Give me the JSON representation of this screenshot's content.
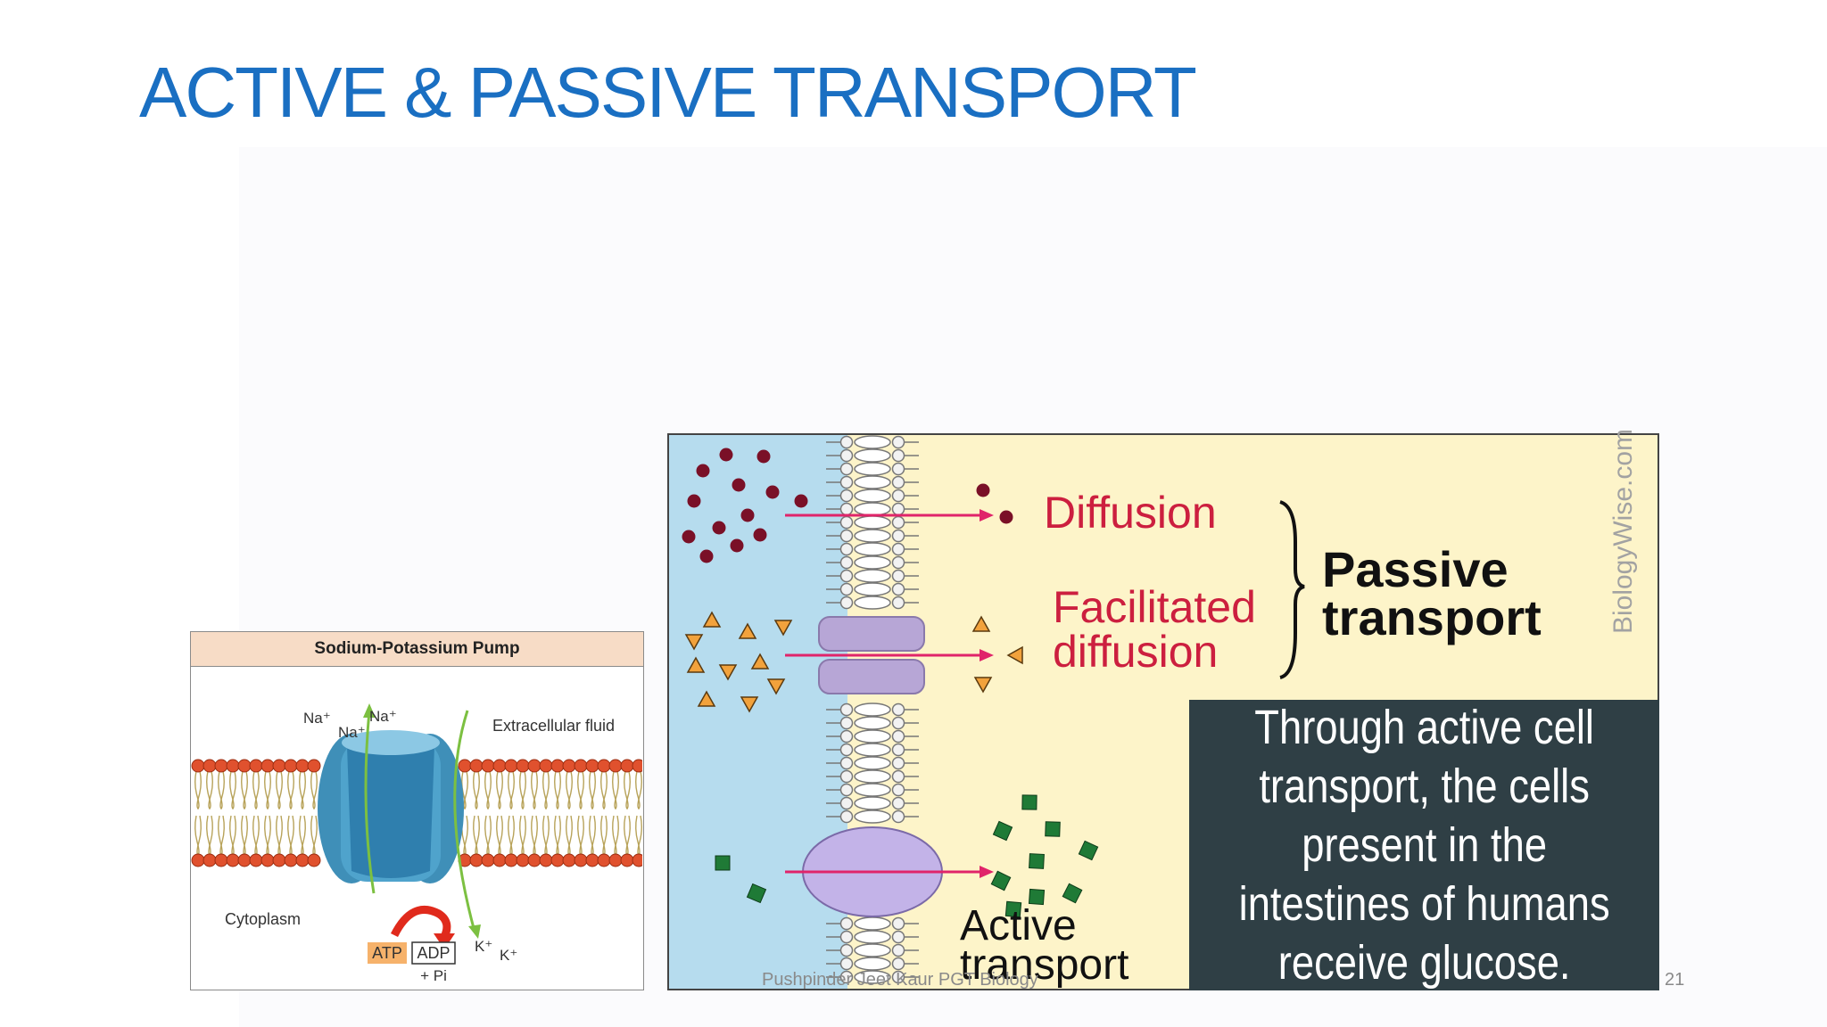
{
  "slide": {
    "title": "ACTIVE & PASSIVE TRANSPORT",
    "footer": "Pushpinder Jeet Kaur PGT Biology",
    "page_number": "21"
  },
  "pump_diagram": {
    "title": "Sodium-Potassium Pump",
    "na_ions": [
      "Na⁺",
      "Na⁺",
      "Na⁺"
    ],
    "k_ions": [
      "K⁺",
      "K⁺"
    ],
    "extracellular_label": "Extracellular fluid",
    "cytoplasm_label": "Cytoplasm",
    "atp_label": "ATP",
    "adp_label": "ADP",
    "pi_label": "+ Pi",
    "colors": {
      "header": "#f7dcc6",
      "lipid_head": "#e0512e",
      "protein": "#4fa3cc",
      "arrow": "#7cc041",
      "atp_arrow": "#e02a1c",
      "atp_box": "#f6b26b"
    }
  },
  "transport_diagram": {
    "diffusion_label": "Diffusion",
    "facilitated_label_1": "Facilitated",
    "facilitated_label_2": "diffusion",
    "passive_label_1": "Passive",
    "passive_label_2": "transport",
    "active_label_1": "Active",
    "active_label_2": "transport",
    "watermark": "BiologyWise.com",
    "info_lines": [
      "Through active cell",
      "transport, the cells",
      "present in the",
      "intestines of humans",
      "receive glucose."
    ],
    "colors": {
      "left_region": "#b6dcee",
      "right_region": "#fdf4c9",
      "label_red": "#cc1f3f",
      "arrow_pink": "#e0246a",
      "dot": "#7a1027",
      "triangle": "#f2a23c",
      "square": "#1f7a36",
      "channel": "#b7a6d6",
      "carrier": "#c3b3e8",
      "info_bg": "#2f3f45"
    }
  }
}
